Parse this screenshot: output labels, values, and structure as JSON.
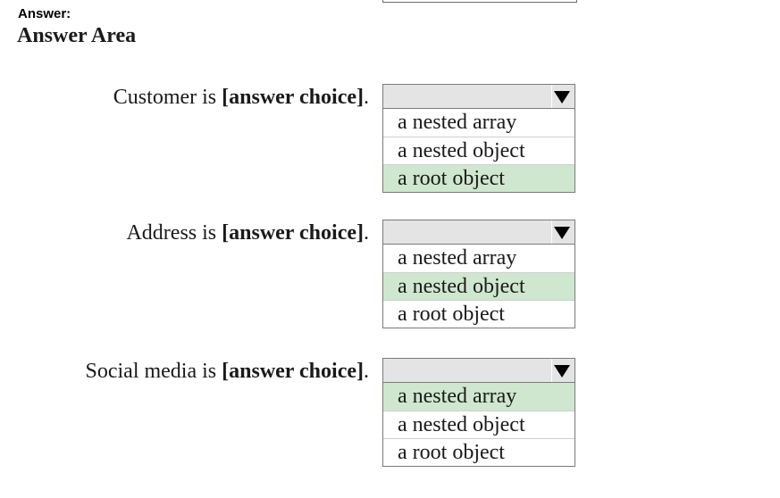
{
  "header": {
    "answer_label": "Answer:",
    "area_title": "Answer Area"
  },
  "questions": [
    {
      "prefix": "Customer is ",
      "choice": "[answer choice]",
      "suffix": ".",
      "options": [
        "a nested array",
        "a nested object",
        "a root object"
      ],
      "selected": "a root object"
    },
    {
      "prefix": "Address is ",
      "choice": "[answer choice]",
      "suffix": ".",
      "options": [
        "a nested array",
        "a nested object",
        "a root object"
      ],
      "selected": "a nested object"
    },
    {
      "prefix": "Social media is ",
      "choice": "[answer choice]",
      "suffix": ".",
      "options": [
        "a nested array",
        "a nested object",
        "a root object"
      ],
      "selected": "a nested array"
    }
  ],
  "colors": {
    "selected_highlight": "#cfe7cf",
    "dropdown_header": "#e4e4e4"
  }
}
